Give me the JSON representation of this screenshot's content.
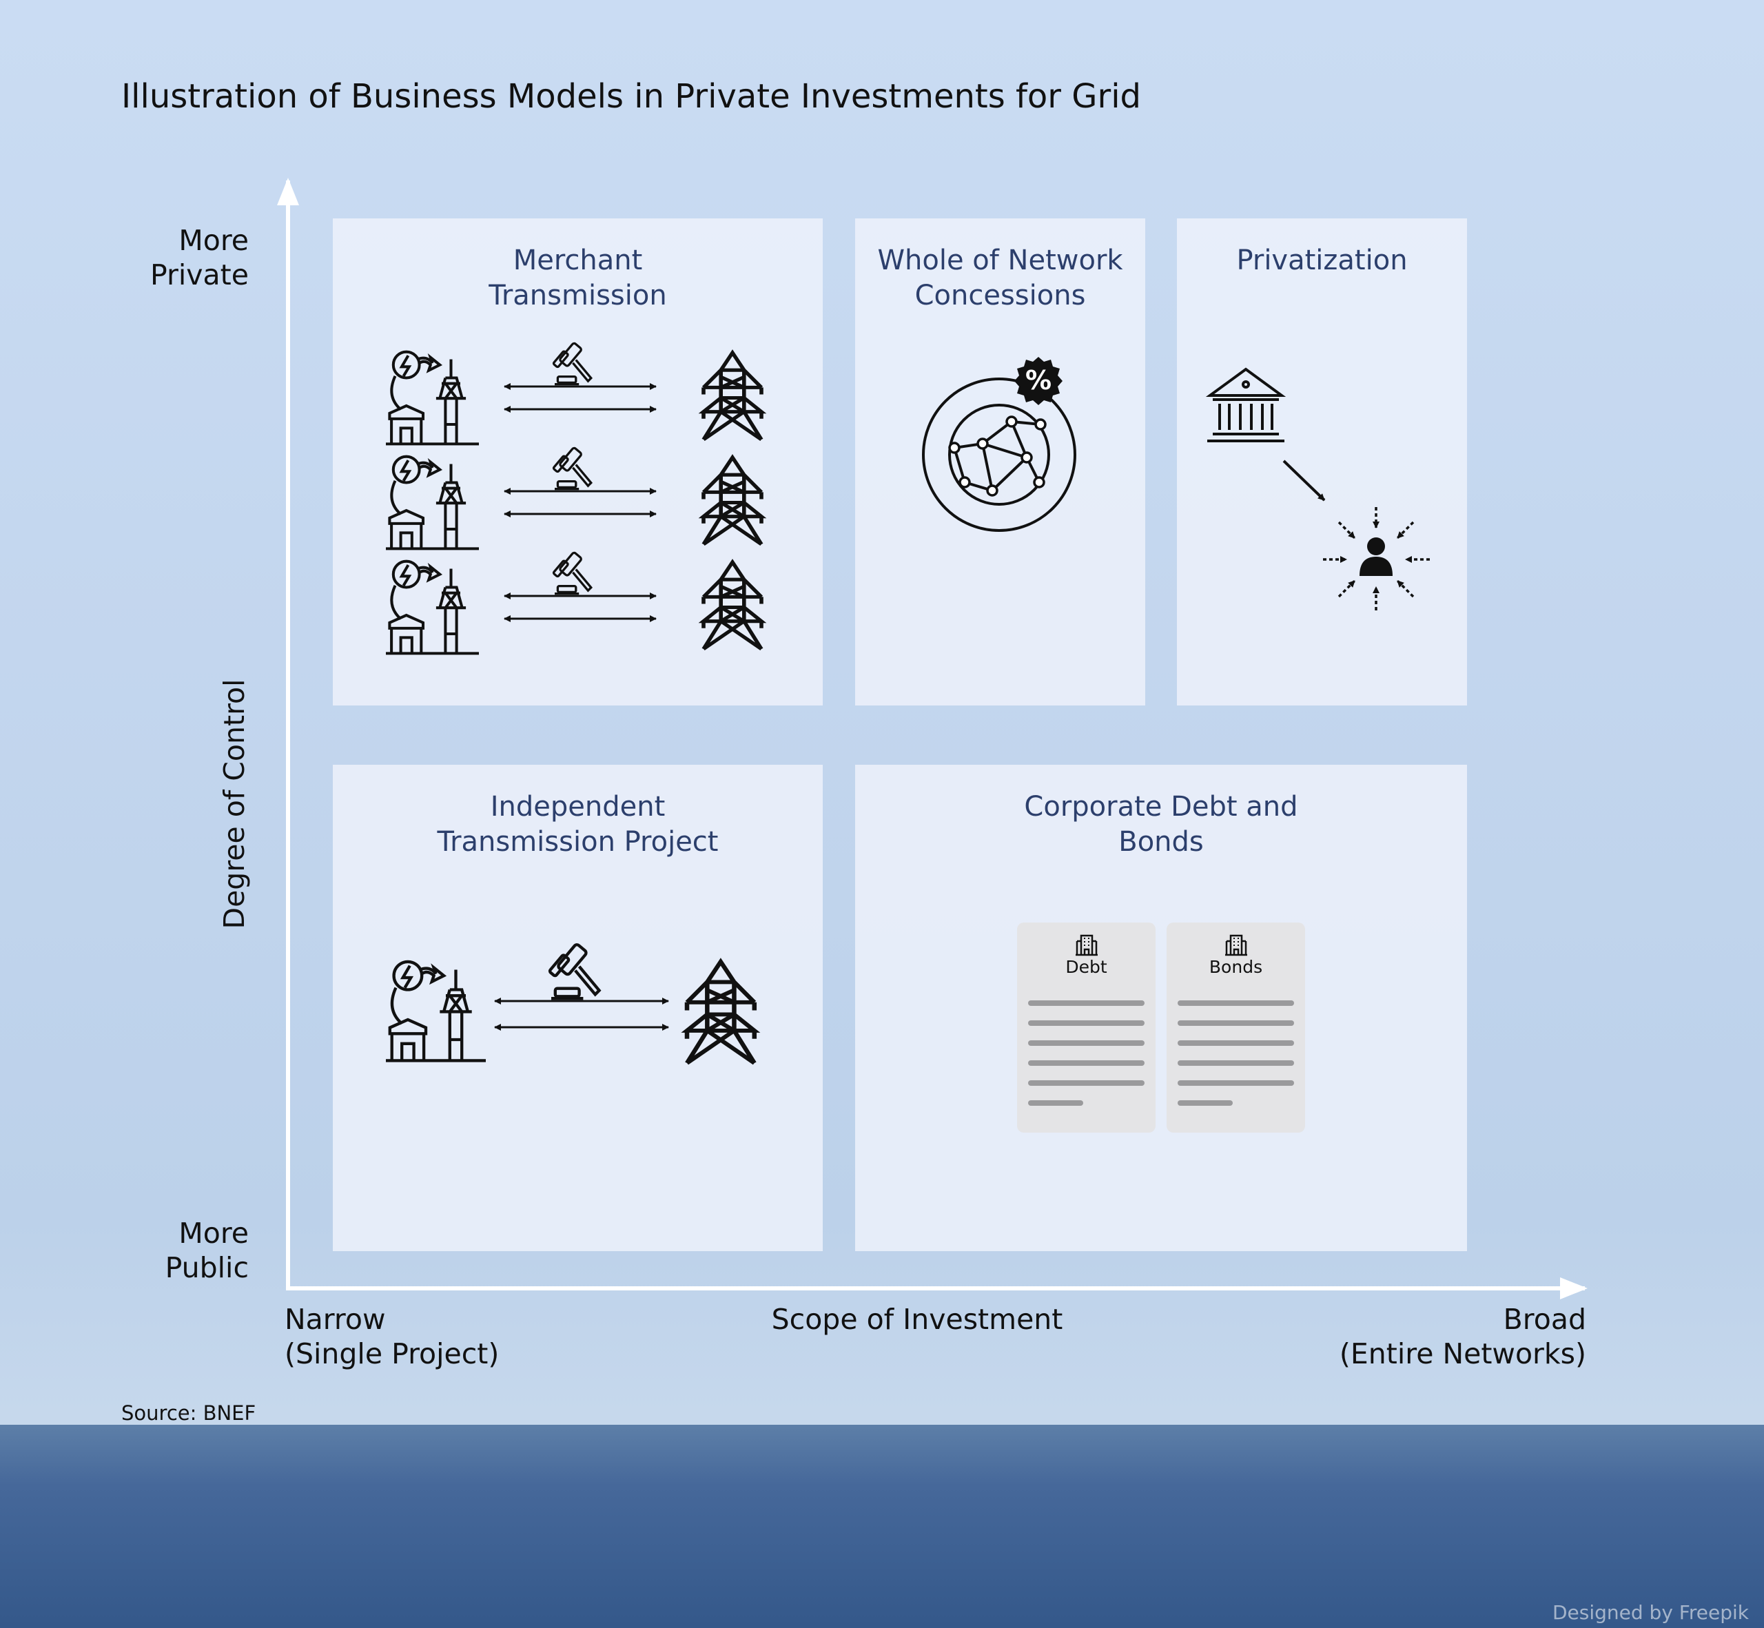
{
  "title": "Illustration of Business Models in Private Investments for Grid",
  "y_axis": {
    "label": "Degree of Control",
    "top": [
      "More",
      "Private"
    ],
    "bottom": [
      "More",
      "Public"
    ]
  },
  "x_axis": {
    "label": "Scope of Investment",
    "left": [
      "Narrow",
      "(Single Project)"
    ],
    "right": [
      "Broad",
      "(Entire Networks)"
    ]
  },
  "boxes": {
    "merchant": [
      "Merchant",
      "Transmission"
    ],
    "whole": [
      "Whole of Network",
      "Concessions"
    ],
    "privatization": [
      "Privatization"
    ],
    "independent": [
      "Independent",
      "Transmission Project"
    ],
    "corporate": [
      "Corporate Debt and",
      "Bonds"
    ]
  },
  "cards": {
    "debt": "Debt",
    "bonds": "Bonds"
  },
  "badge": "%",
  "source": "Source: BNEF",
  "credit": "Designed by Freepik",
  "colors": {
    "box_title": "#2c3f6c",
    "axis": "#ffffff",
    "card": "#e4e4e6"
  }
}
